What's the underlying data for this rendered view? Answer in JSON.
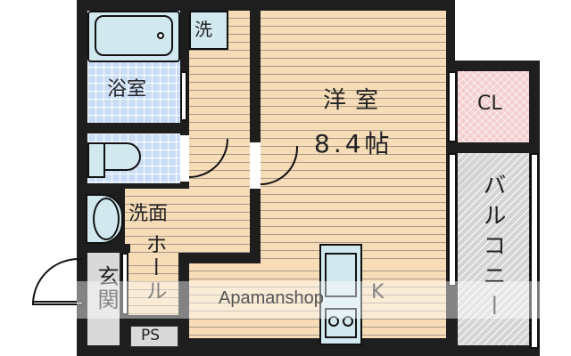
{
  "plan": {
    "rooms": {
      "western_room": {
        "name": "洋室",
        "size": "8.4帖"
      },
      "bathroom": {
        "name": "浴室"
      },
      "washer": {
        "name": "洗"
      },
      "closet": {
        "name": "CL"
      },
      "balcony": {
        "name": "バルコニー"
      },
      "washroom_hall": {
        "name_top": "洗面",
        "name_bottom": "ホール"
      },
      "entrance": {
        "name": "玄関"
      },
      "pipe_space": {
        "name": "PS"
      },
      "kitchen": {
        "name": "K"
      }
    },
    "watermark": "Apamanshop",
    "colors": {
      "floor": "#f6dcb7",
      "wall": "#1e1e1e",
      "tile": "#c9dcf5",
      "fixture": "#d2e8ef",
      "closet": "#f3cfcf",
      "balcony": "#d4d4d4"
    }
  }
}
